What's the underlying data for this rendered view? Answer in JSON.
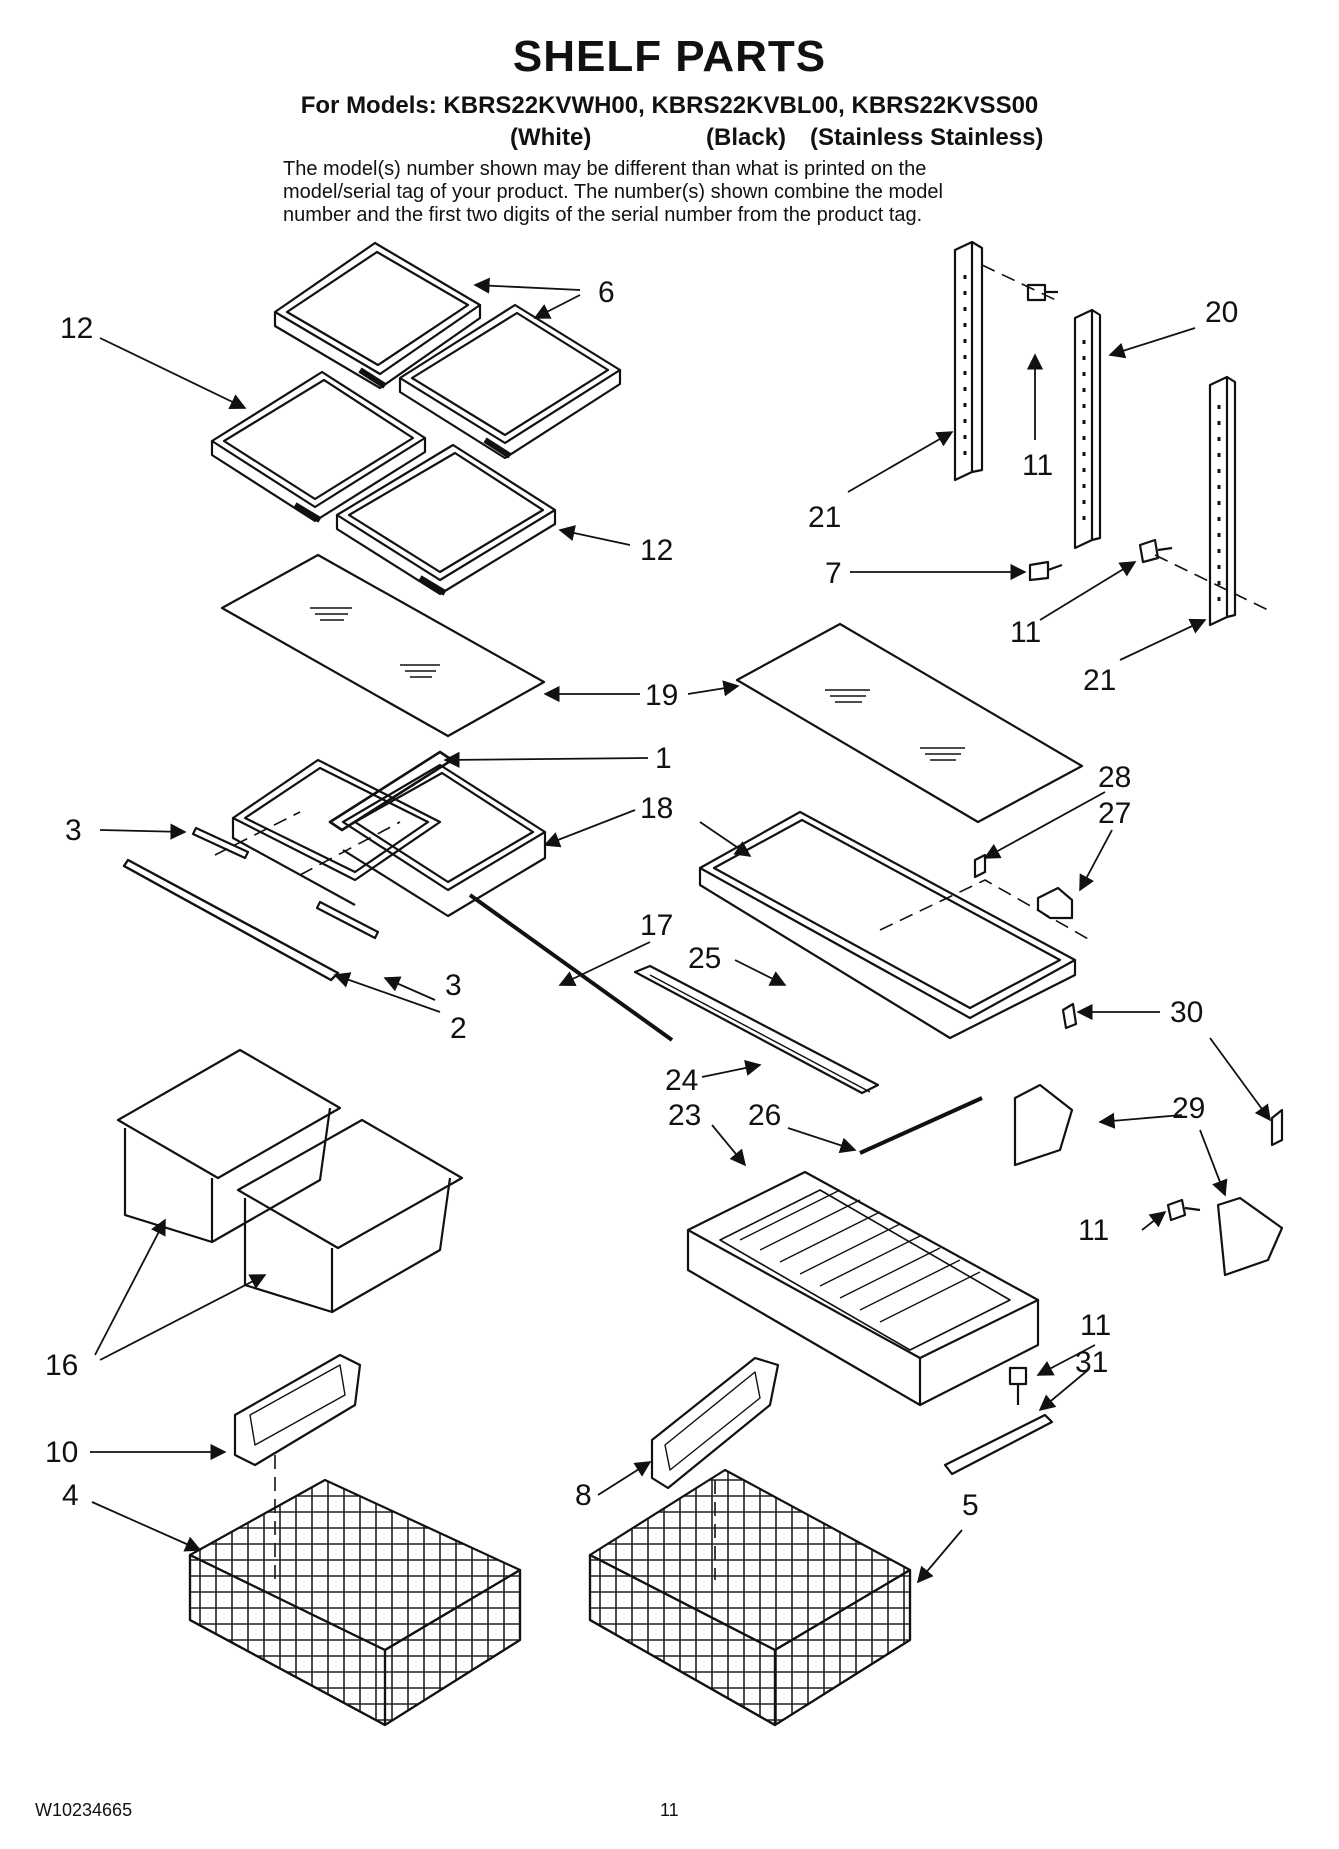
{
  "header": {
    "title": "SHELF PARTS",
    "models_line": "For Models: KBRS22KVWH00, KBRS22KVBL00, KBRS22KVSS00",
    "variants": [
      "(White)",
      "(Black)",
      "(Stainless Stainless)"
    ],
    "note": [
      "The model(s) number shown may be different than what is printed on the",
      "model/serial tag of your product. The number(s) shown combine the model",
      "number and the first two digits of the serial number from the product tag."
    ]
  },
  "callouts": {
    "c6": "6",
    "c12a": "12",
    "c12b": "12",
    "c20": "20",
    "c11a": "11",
    "c21a": "21",
    "c7": "7",
    "c11b": "11",
    "c21b": "21",
    "c19": "19",
    "c1": "1",
    "c28": "28",
    "c27": "27",
    "c3a": "3",
    "c18": "18",
    "c17": "17",
    "c25": "25",
    "c3b": "3",
    "c2": "2",
    "c30": "30",
    "c24": "24",
    "c23": "23",
    "c26": "26",
    "c29": "29",
    "c11c": "11",
    "c16": "16",
    "c11d": "11",
    "c31": "31",
    "c10": "10",
    "c4": "4",
    "c8": "8",
    "c5": "5"
  },
  "footer": {
    "doc_number": "W10234665",
    "page_number": "11"
  }
}
